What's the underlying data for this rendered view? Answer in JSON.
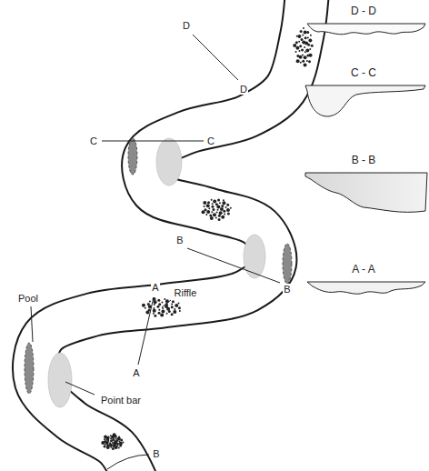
{
  "diagram": {
    "labels": [
      "D",
      "D - D",
      "D",
      "C - C",
      "C",
      "C",
      "B - B",
      "B",
      "B",
      "Riffle",
      "A",
      "Pool",
      "A - A",
      "A",
      "Point bar",
      "B"
    ]
  }
}
